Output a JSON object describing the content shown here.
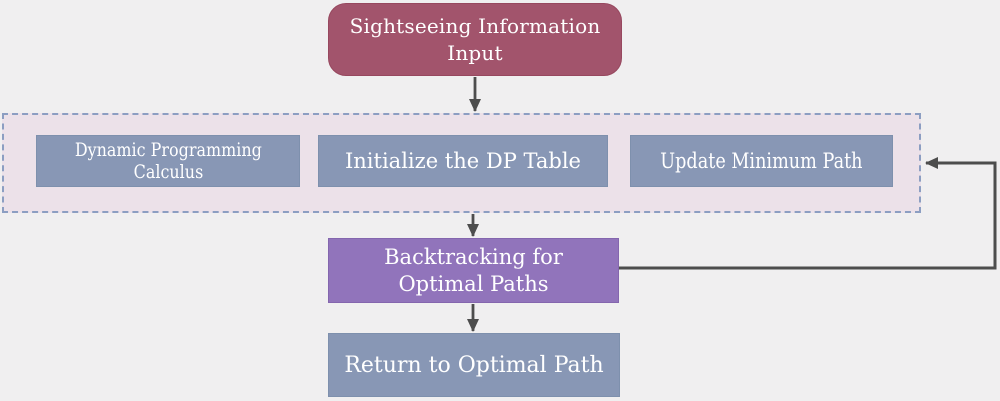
{
  "nodes": {
    "input": {
      "line1": "Sightseeing Information",
      "line2": "Input"
    },
    "dp_calculus": {
      "line1": "Dynamic Programming",
      "line2": "Calculus"
    },
    "init_dp_table": {
      "label": "Initialize the DP Table"
    },
    "update_min_path": {
      "label": "Update Minimum Path"
    },
    "backtracking": {
      "line1": "Backtracking for",
      "line2": "Optimal Paths"
    },
    "return_path": {
      "label": "Return to Optimal Path"
    }
  },
  "edges": [
    {
      "from": "input",
      "to": "dp-loop-container",
      "direction": "down"
    },
    {
      "from": "dp_calculus",
      "to": "init_dp_table",
      "direction": "right"
    },
    {
      "from": "init_dp_table",
      "to": "update_min_path",
      "direction": "right"
    },
    {
      "from": "dp-loop-container",
      "to": "backtracking",
      "direction": "down"
    },
    {
      "from": "backtracking",
      "to": "update_min_path",
      "direction": "feedback-loop-right"
    },
    {
      "from": "backtracking",
      "to": "return_path",
      "direction": "down"
    }
  ],
  "colors": {
    "background": "#f0eff0",
    "input_box": "#a2546c",
    "process_box": "#8897b5",
    "backtracking_box": "#9174bb",
    "container_fill": "#ece1e9",
    "container_border": "#8c9ec2",
    "arrow": "#4d4d4d",
    "text": "#ffffff"
  }
}
